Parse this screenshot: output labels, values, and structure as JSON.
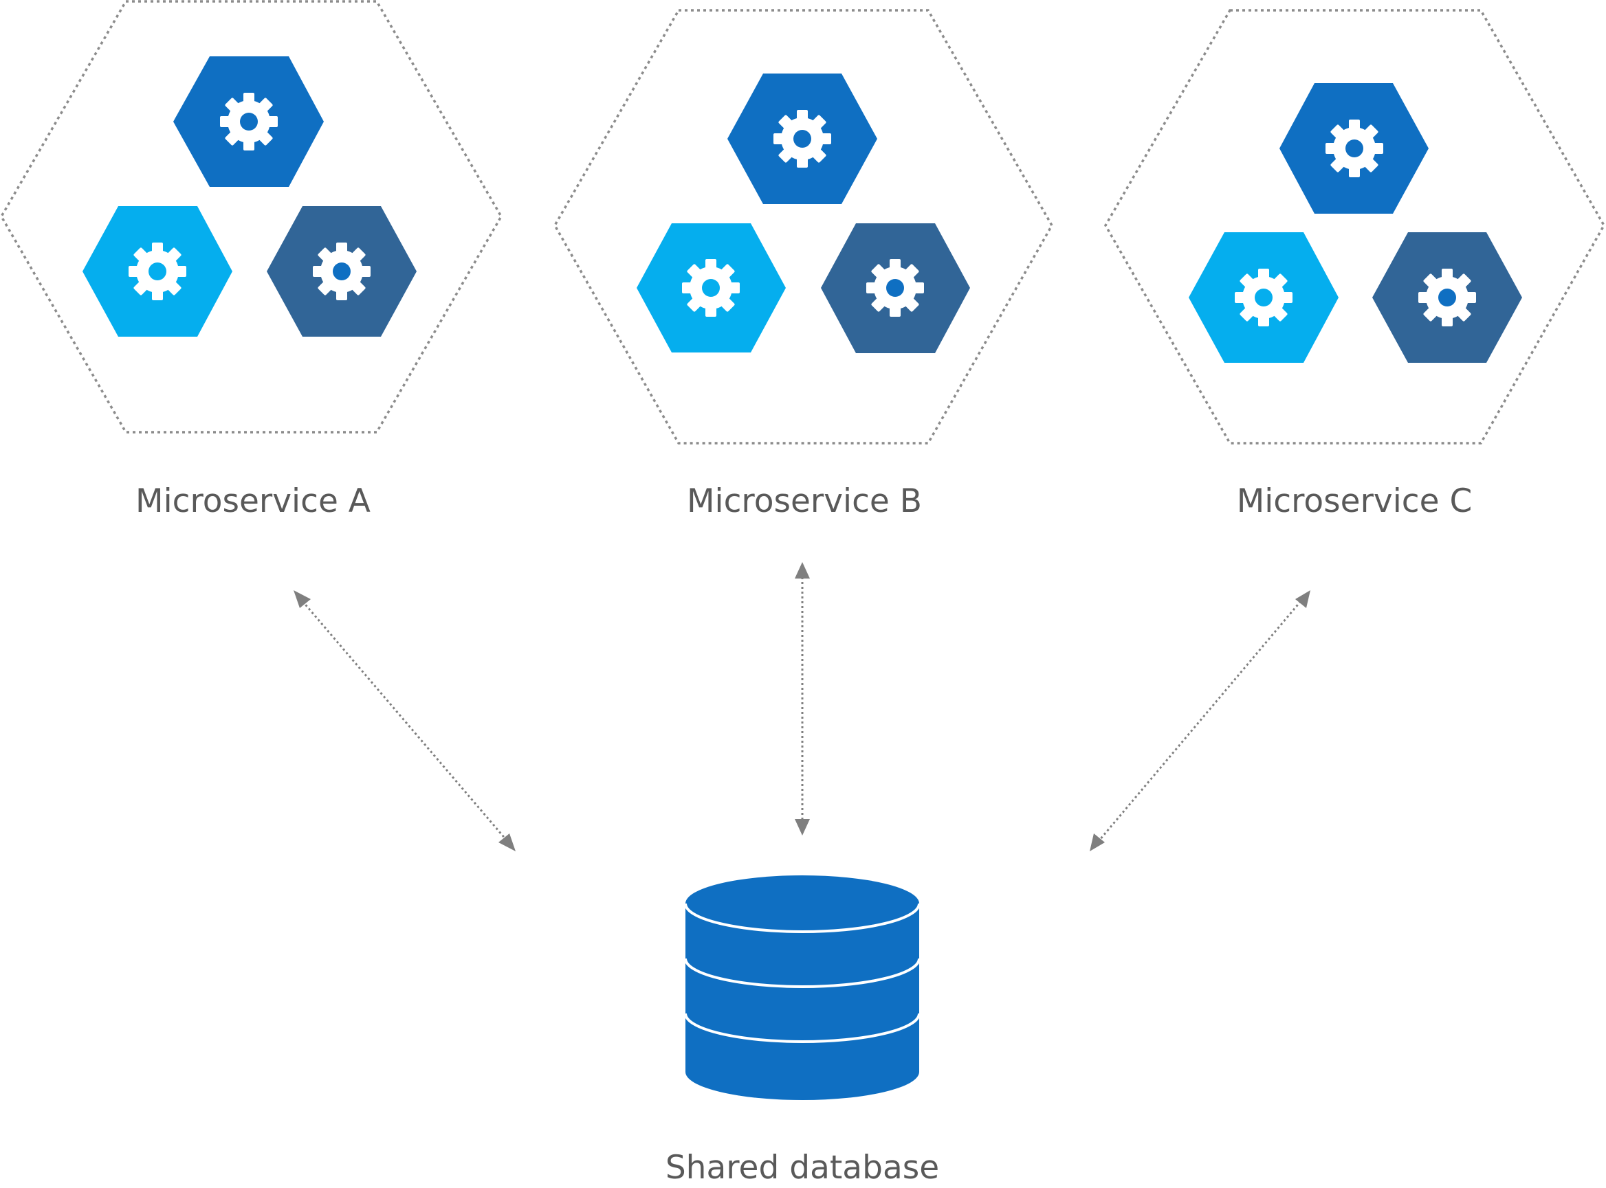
{
  "microservices": [
    {
      "label": "Microservice A",
      "gear_icons": [
        "gear-icon",
        "gear-icon",
        "gear-icon"
      ]
    },
    {
      "label": "Microservice B",
      "gear_icons": [
        "gear-icon",
        "gear-icon",
        "gear-icon"
      ]
    },
    {
      "label": "Microservice C",
      "gear_icons": [
        "gear-icon",
        "gear-icon",
        "gear-icon"
      ]
    }
  ],
  "database": {
    "label": "Shared database",
    "icon": "database-icon"
  },
  "connections": [
    {
      "from": "Microservice A",
      "to": "Shared database",
      "style": "dotted",
      "direction": "bidirectional"
    },
    {
      "from": "Microservice B",
      "to": "Shared database",
      "style": "dotted",
      "direction": "bidirectional"
    },
    {
      "from": "Microservice C",
      "to": "Shared database",
      "style": "dotted",
      "direction": "bidirectional"
    }
  ],
  "colors": {
    "top_hex": "#0f6fc2",
    "left_hex": "#05aeee",
    "right_hex": "#316597",
    "database": "#0f6fc2",
    "outline": "#8c8c8c",
    "text": "#595959"
  }
}
